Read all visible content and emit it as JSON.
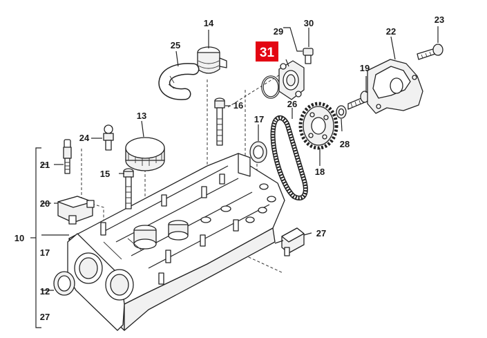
{
  "highlight_color": "#e30613",
  "callouts": {
    "c10": "10",
    "c12": "12",
    "c13": "13",
    "c14": "14",
    "c15": "15",
    "c16": "16",
    "c17_right": "17",
    "c17_left": "17",
    "c18": "18",
    "c19": "19",
    "c20": "20",
    "c21": "21",
    "c22": "22",
    "c23": "23",
    "c24": "24",
    "c25": "25",
    "c26": "26",
    "c27_right": "27",
    "c27_left": "27",
    "c28": "28",
    "c29": "29",
    "c30": "30",
    "c31": "31"
  }
}
